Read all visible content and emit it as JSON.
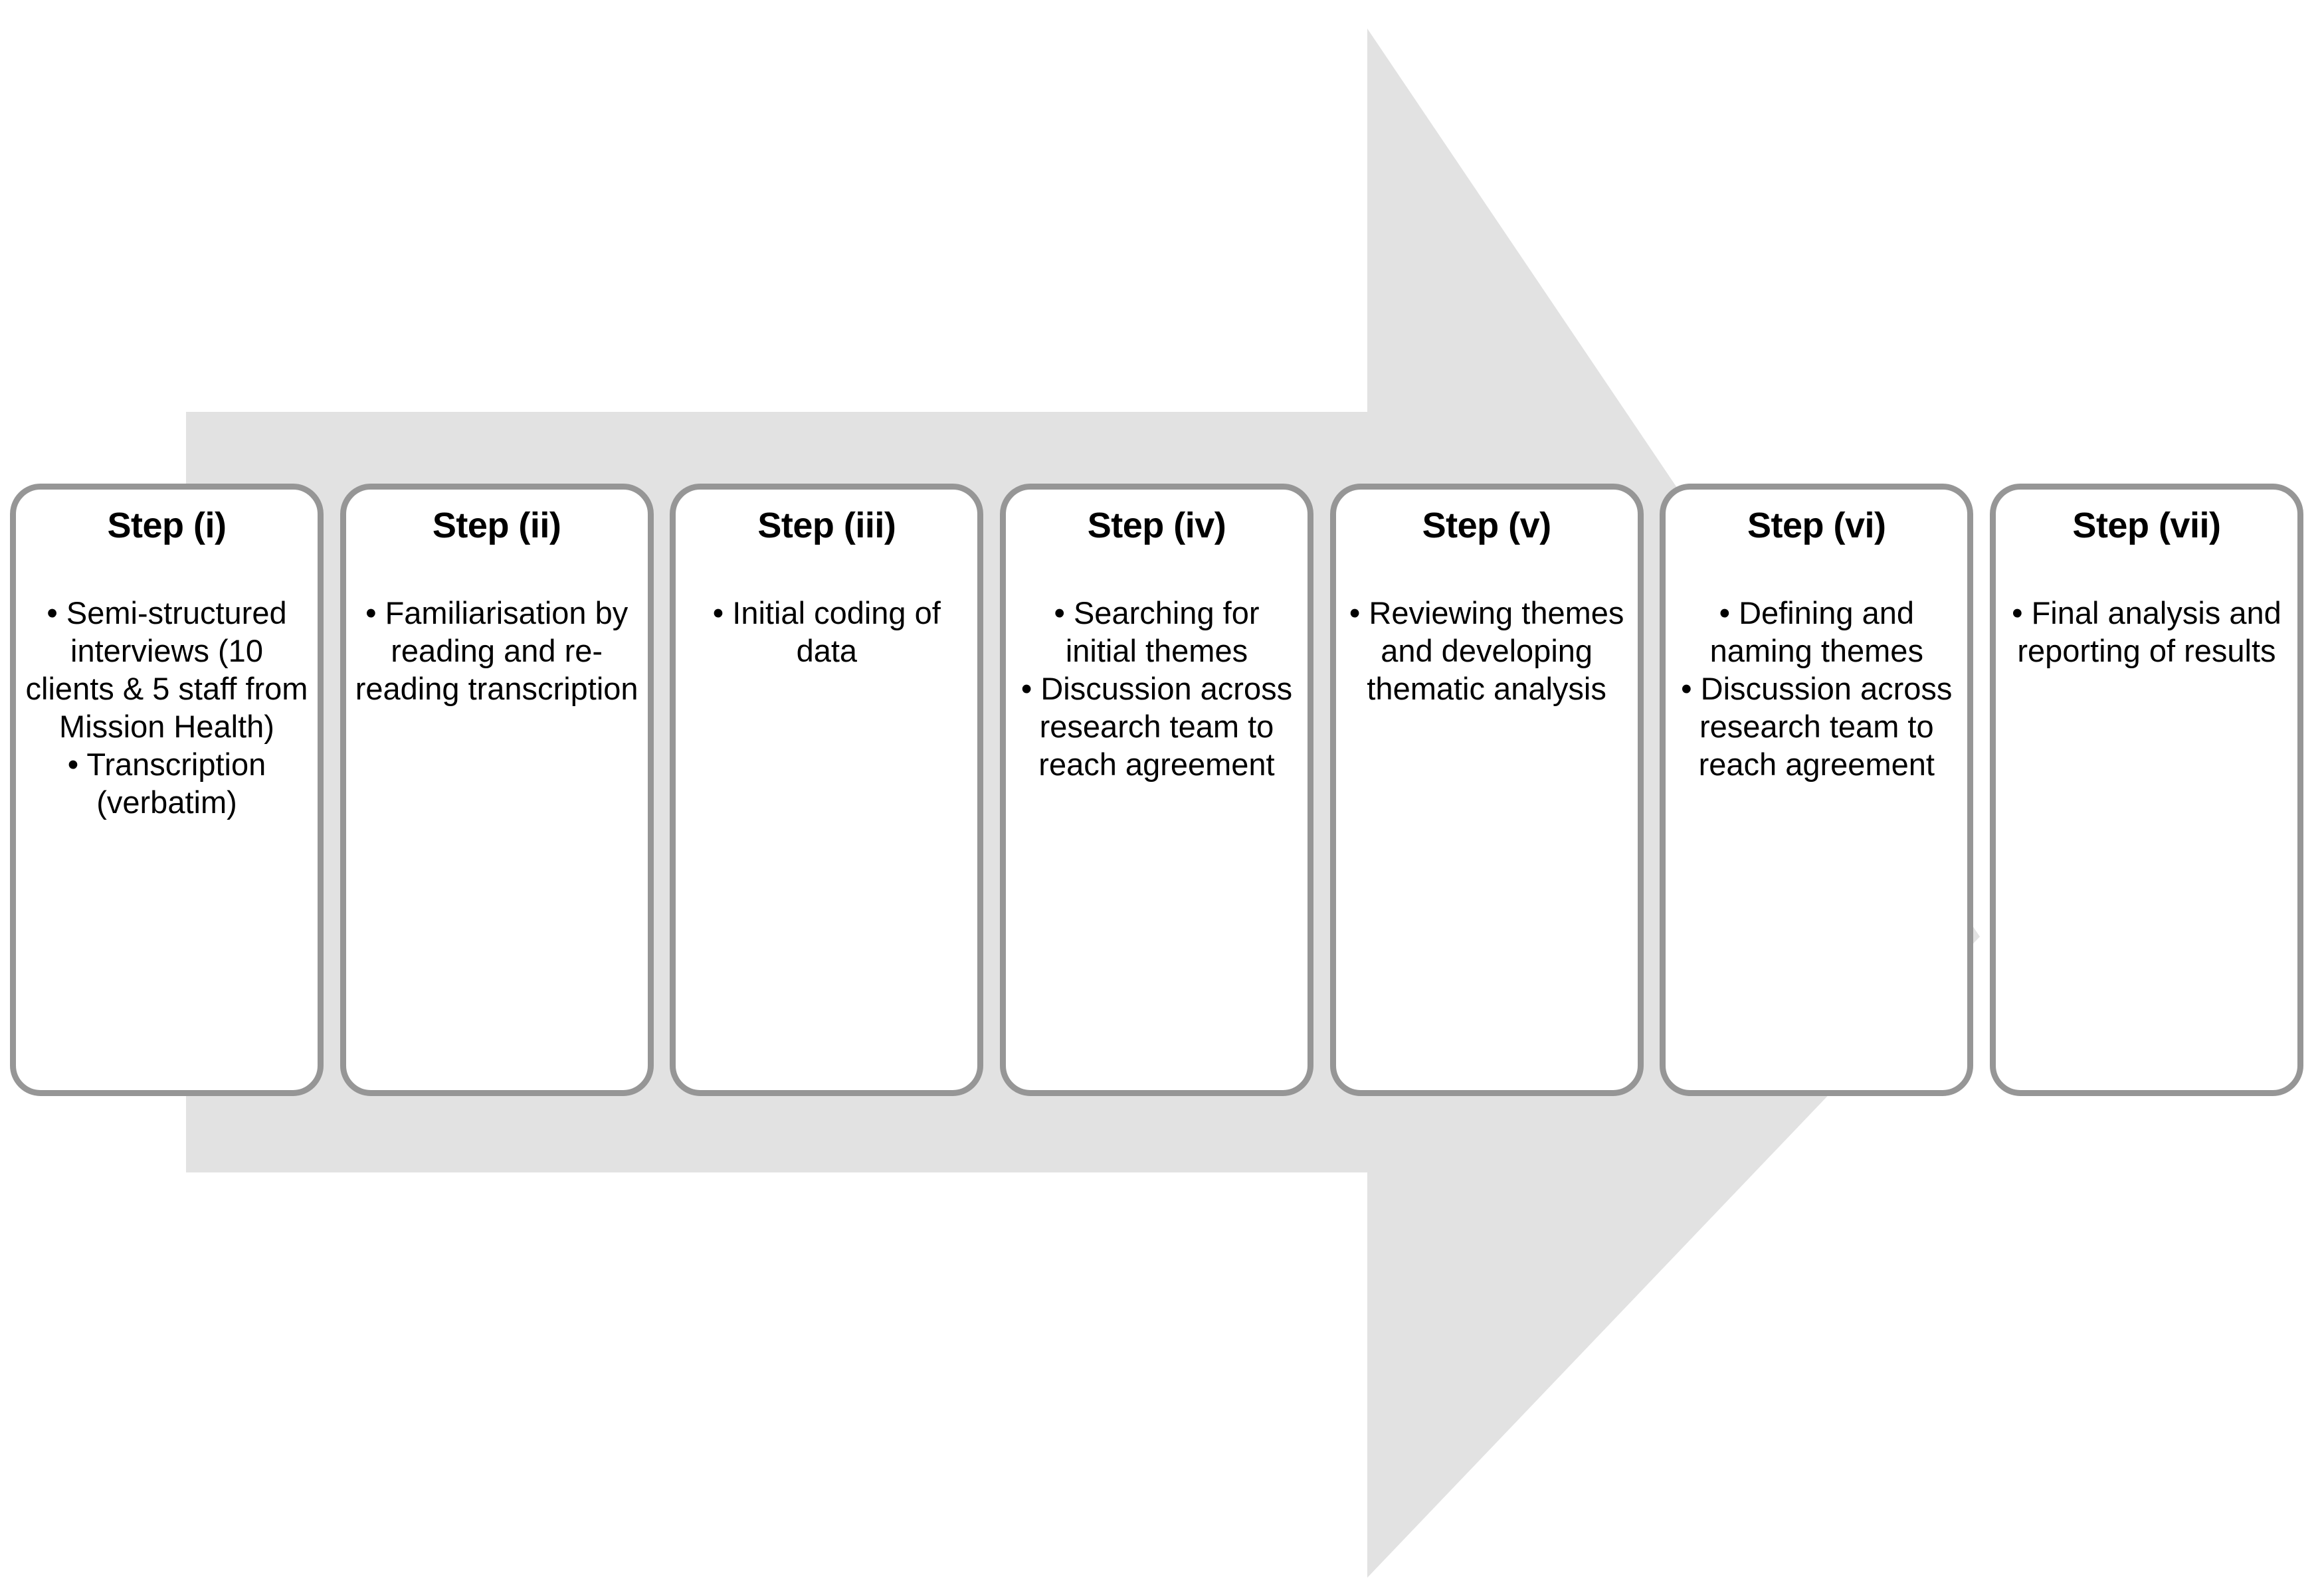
{
  "figure": {
    "type": "process-flow-arrow-diagram",
    "direction": "left-to-right",
    "arrow_color": "#e2e2e2",
    "box_border_color": "#969696",
    "box_fill_color": "#ffffff",
    "text_color": "#000000",
    "bullet_glyph": "•"
  },
  "steps": [
    {
      "title": "Step (i)",
      "bullets": [
        "• Semi-structured interviews (10 clients & 5 staff from Mission Health)",
        "• Transcription (verbatim)"
      ]
    },
    {
      "title": "Step (ii)",
      "bullets": [
        "• Familiarisation by reading and re-reading transcription"
      ]
    },
    {
      "title": "Step (iii)",
      "bullets": [
        "• Initial coding of data"
      ]
    },
    {
      "title": "Step (iv)",
      "bullets": [
        "• Searching for initial themes",
        "• Discussion across research team to reach agreement"
      ]
    },
    {
      "title": "Step (v)",
      "bullets": [
        "• Reviewing themes and developing thematic analysis"
      ]
    },
    {
      "title": "Step (vi)",
      "bullets": [
        "• Defining and naming themes",
        "• Discussion across research team to reach agreement"
      ]
    },
    {
      "title": "Step (vii)",
      "bullets": [
        "• Final analysis and reporting of results"
      ]
    }
  ]
}
